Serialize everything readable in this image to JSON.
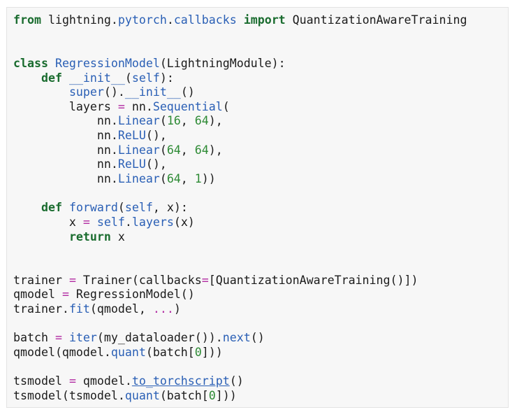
{
  "colors": {
    "background": "#f7f7f7",
    "border": "#e3e3e3",
    "text": "#1b1b1b",
    "keyword": "#1a6c2f",
    "function": "#2a5fb5",
    "number": "#2d8a34",
    "operator": "#b22aa2"
  },
  "code": {
    "lines": [
      [
        {
          "t": "from",
          "c": "kw"
        },
        {
          "t": " lightning.",
          "c": "plain"
        },
        {
          "t": "pytorch",
          "c": "fn"
        },
        {
          "t": ".",
          "c": "plain"
        },
        {
          "t": "callbacks",
          "c": "fn"
        },
        {
          "t": " ",
          "c": "plain"
        },
        {
          "t": "import",
          "c": "kw"
        },
        {
          "t": " QuantizationAwareTraining",
          "c": "plain"
        }
      ],
      [],
      [],
      [
        {
          "t": "class",
          "c": "kw"
        },
        {
          "t": " ",
          "c": "plain"
        },
        {
          "t": "RegressionModel",
          "c": "fn"
        },
        {
          "t": "(LightningModule):",
          "c": "plain"
        }
      ],
      [
        {
          "t": "    ",
          "c": "plain"
        },
        {
          "t": "def",
          "c": "kw"
        },
        {
          "t": " ",
          "c": "plain"
        },
        {
          "t": "__init__",
          "c": "fn"
        },
        {
          "t": "(",
          "c": "plain"
        },
        {
          "t": "self",
          "c": "fn"
        },
        {
          "t": "):",
          "c": "plain"
        }
      ],
      [
        {
          "t": "        ",
          "c": "plain"
        },
        {
          "t": "super",
          "c": "fn"
        },
        {
          "t": "().",
          "c": "plain"
        },
        {
          "t": "__init__",
          "c": "fn"
        },
        {
          "t": "()",
          "c": "plain"
        }
      ],
      [
        {
          "t": "        layers ",
          "c": "plain"
        },
        {
          "t": "=",
          "c": "op"
        },
        {
          "t": " nn.",
          "c": "plain"
        },
        {
          "t": "Sequential",
          "c": "fn"
        },
        {
          "t": "(",
          "c": "plain"
        }
      ],
      [
        {
          "t": "            nn.",
          "c": "plain"
        },
        {
          "t": "Linear",
          "c": "fn"
        },
        {
          "t": "(",
          "c": "plain"
        },
        {
          "t": "16",
          "c": "num"
        },
        {
          "t": ", ",
          "c": "plain"
        },
        {
          "t": "64",
          "c": "num"
        },
        {
          "t": "),",
          "c": "plain"
        }
      ],
      [
        {
          "t": "            nn.",
          "c": "plain"
        },
        {
          "t": "ReLU",
          "c": "fn"
        },
        {
          "t": "(),",
          "c": "plain"
        }
      ],
      [
        {
          "t": "            nn.",
          "c": "plain"
        },
        {
          "t": "Linear",
          "c": "fn"
        },
        {
          "t": "(",
          "c": "plain"
        },
        {
          "t": "64",
          "c": "num"
        },
        {
          "t": ", ",
          "c": "plain"
        },
        {
          "t": "64",
          "c": "num"
        },
        {
          "t": "),",
          "c": "plain"
        }
      ],
      [
        {
          "t": "            nn.",
          "c": "plain"
        },
        {
          "t": "ReLU",
          "c": "fn"
        },
        {
          "t": "(),",
          "c": "plain"
        }
      ],
      [
        {
          "t": "            nn.",
          "c": "plain"
        },
        {
          "t": "Linear",
          "c": "fn"
        },
        {
          "t": "(",
          "c": "plain"
        },
        {
          "t": "64",
          "c": "num"
        },
        {
          "t": ", ",
          "c": "plain"
        },
        {
          "t": "1",
          "c": "num"
        },
        {
          "t": "))",
          "c": "plain"
        }
      ],
      [],
      [
        {
          "t": "    ",
          "c": "plain"
        },
        {
          "t": "def",
          "c": "kw"
        },
        {
          "t": " ",
          "c": "plain"
        },
        {
          "t": "forward",
          "c": "fn"
        },
        {
          "t": "(",
          "c": "plain"
        },
        {
          "t": "self",
          "c": "fn"
        },
        {
          "t": ", x):",
          "c": "plain"
        }
      ],
      [
        {
          "t": "        x ",
          "c": "plain"
        },
        {
          "t": "=",
          "c": "op"
        },
        {
          "t": " ",
          "c": "plain"
        },
        {
          "t": "self",
          "c": "fn"
        },
        {
          "t": ".",
          "c": "plain"
        },
        {
          "t": "layers",
          "c": "fn"
        },
        {
          "t": "(x)",
          "c": "plain"
        }
      ],
      [
        {
          "t": "        ",
          "c": "plain"
        },
        {
          "t": "return",
          "c": "kw"
        },
        {
          "t": " x",
          "c": "plain"
        }
      ],
      [],
      [],
      [
        {
          "t": "trainer ",
          "c": "plain"
        },
        {
          "t": "=",
          "c": "op"
        },
        {
          "t": " Trainer(callbacks",
          "c": "plain"
        },
        {
          "t": "=",
          "c": "op"
        },
        {
          "t": "[QuantizationAwareTraining()])",
          "c": "plain"
        }
      ],
      [
        {
          "t": "qmodel ",
          "c": "plain"
        },
        {
          "t": "=",
          "c": "op"
        },
        {
          "t": " RegressionModel()",
          "c": "plain"
        }
      ],
      [
        {
          "t": "trainer.",
          "c": "plain"
        },
        {
          "t": "fit",
          "c": "fn"
        },
        {
          "t": "(qmodel, ",
          "c": "plain"
        },
        {
          "t": "...",
          "c": "op"
        },
        {
          "t": ")",
          "c": "plain"
        }
      ],
      [],
      [
        {
          "t": "batch ",
          "c": "plain"
        },
        {
          "t": "=",
          "c": "op"
        },
        {
          "t": " ",
          "c": "plain"
        },
        {
          "t": "iter",
          "c": "fn"
        },
        {
          "t": "(my_dataloader()).",
          "c": "plain"
        },
        {
          "t": "next",
          "c": "fn"
        },
        {
          "t": "()",
          "c": "plain"
        }
      ],
      [
        {
          "t": "qmodel(qmodel.",
          "c": "plain"
        },
        {
          "t": "quant",
          "c": "fn"
        },
        {
          "t": "(batch[",
          "c": "plain"
        },
        {
          "t": "0",
          "c": "num"
        },
        {
          "t": "]))",
          "c": "plain"
        }
      ],
      [],
      [
        {
          "t": "tsmodel ",
          "c": "plain"
        },
        {
          "t": "=",
          "c": "op"
        },
        {
          "t": " qmodel.",
          "c": "plain"
        },
        {
          "t": "to_torchscript",
          "c": "fn",
          "u": true
        },
        {
          "t": "()",
          "c": "plain"
        }
      ],
      [
        {
          "t": "tsmodel(tsmodel.",
          "c": "plain"
        },
        {
          "t": "quant",
          "c": "fn"
        },
        {
          "t": "(batch[",
          "c": "plain"
        },
        {
          "t": "0",
          "c": "num"
        },
        {
          "t": "]))",
          "c": "plain"
        }
      ]
    ]
  }
}
